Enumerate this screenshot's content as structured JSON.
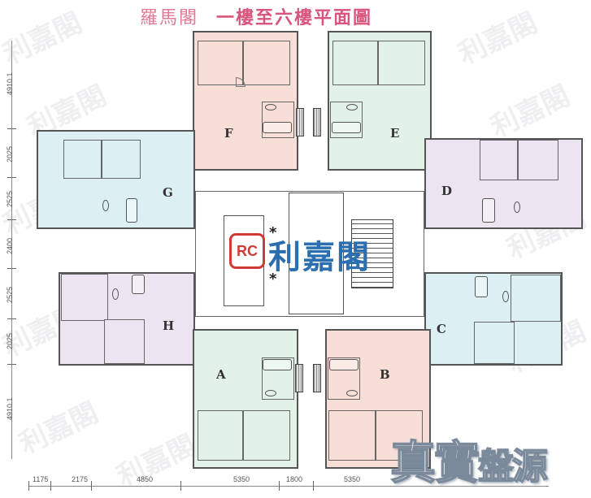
{
  "title": {
    "building": "羅馬閣",
    "subtitle": "一樓至六樓平面圖"
  },
  "brand": {
    "logo_text": "RC",
    "name": "利嘉閣",
    "stamp_main": "真",
    "stamp_rest": "盤源",
    "stamp_mid": "實"
  },
  "watermark_text": "利嘉閣",
  "colors": {
    "pink": "#f7ded6",
    "green": "#e3f2e6",
    "blue": "#dcf0f4",
    "lavender": "#ece4f1",
    "title": "#e07a95",
    "brand_blue": "#2b6fb0",
    "logo_red": "#d23a36"
  },
  "units": [
    {
      "id": "A",
      "label": "A",
      "color": "green"
    },
    {
      "id": "B",
      "label": "B",
      "color": "pink"
    },
    {
      "id": "C",
      "label": "C",
      "color": "blue"
    },
    {
      "id": "D",
      "label": "D",
      "color": "lavender"
    },
    {
      "id": "E",
      "label": "E",
      "color": "green"
    },
    {
      "id": "F",
      "label": "F",
      "color": "pink"
    },
    {
      "id": "G",
      "label": "G",
      "color": "blue"
    },
    {
      "id": "H",
      "label": "H",
      "color": "lavender"
    }
  ],
  "dimensions": {
    "vertical": [
      "4910.1",
      "2025",
      "2525",
      "2400",
      "2525",
      "2025",
      "4910.1"
    ],
    "horizontal": [
      "1175",
      "2175",
      "4850",
      "5350",
      "1800",
      "5350"
    ]
  },
  "markers": {
    "star": "*"
  }
}
